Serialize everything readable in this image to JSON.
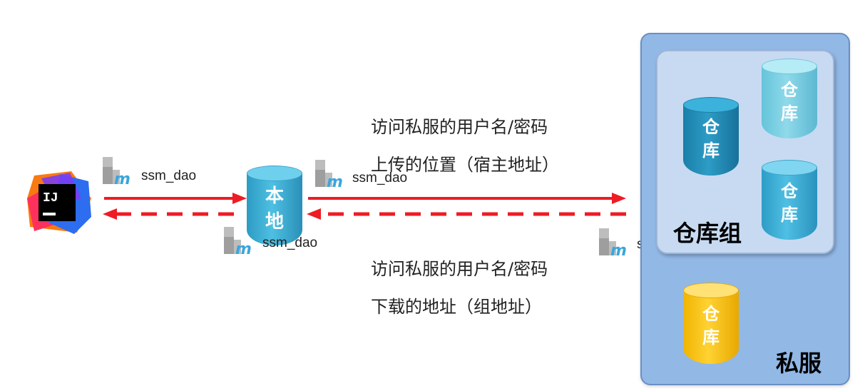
{
  "local_repo": {
    "label_lines": [
      "本",
      "地"
    ]
  },
  "files": {
    "ide_to_local": "ssm_dao",
    "local_to_server": "ssm_dao",
    "server_to_local": "ssm_dao",
    "server_download_clipped": "s"
  },
  "captions": {
    "upload_credentials": "访问私服的用户名/密码",
    "upload_location": "上传的位置（宿主地址）",
    "download_credentials": "访问私服的用户名/密码",
    "download_location": "下载的地址（组地址）"
  },
  "private_server": {
    "label": "私服",
    "repo_group": {
      "label": "仓库组",
      "repos": [
        {
          "label_lines": [
            "仓",
            "库"
          ]
        },
        {
          "label_lines": [
            "仓",
            "库"
          ]
        },
        {
          "label_lines": [
            "仓",
            "库"
          ]
        }
      ]
    },
    "standalone_repo": {
      "label_lines": [
        "仓",
        "库"
      ]
    }
  },
  "colors": {
    "arrow": "#ee1c24",
    "server_box": "#92b8e6",
    "group_box": "#c7daf2",
    "repo_blue": "#2d9cc6",
    "repo_gold": "#ffc000",
    "maven_m": "#3aa6dd"
  }
}
